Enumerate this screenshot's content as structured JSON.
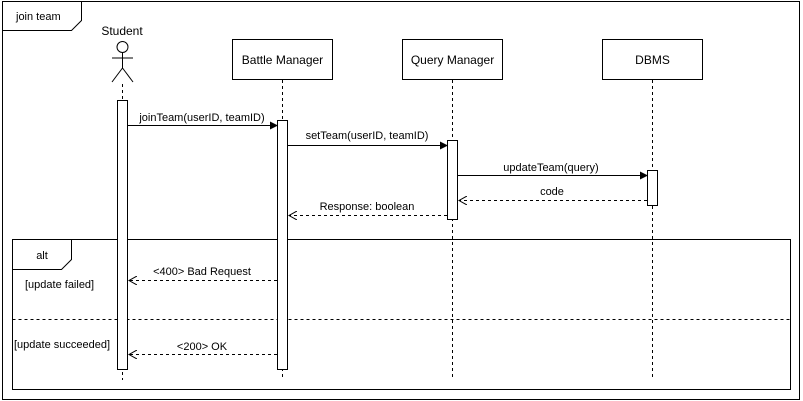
{
  "frame": {
    "title": "join team"
  },
  "participants": {
    "student": "Student",
    "battle_manager": "Battle Manager",
    "query_manager": "Query Manager",
    "dbms": "DBMS"
  },
  "messages": {
    "join_team": "joinTeam(userID, teamID)",
    "set_team": "setTeam(userID, teamID)",
    "update_team": "updateTeam(query)",
    "code": "code",
    "response": "Response: boolean",
    "bad_request": "<400> Bad Request",
    "ok": "<200> OK"
  },
  "alt": {
    "label": "alt",
    "guard_failed": "[update failed]",
    "guard_succeeded": "[update succeeded]"
  },
  "colors": {
    "line": "#000000",
    "background": "#ffffff"
  }
}
